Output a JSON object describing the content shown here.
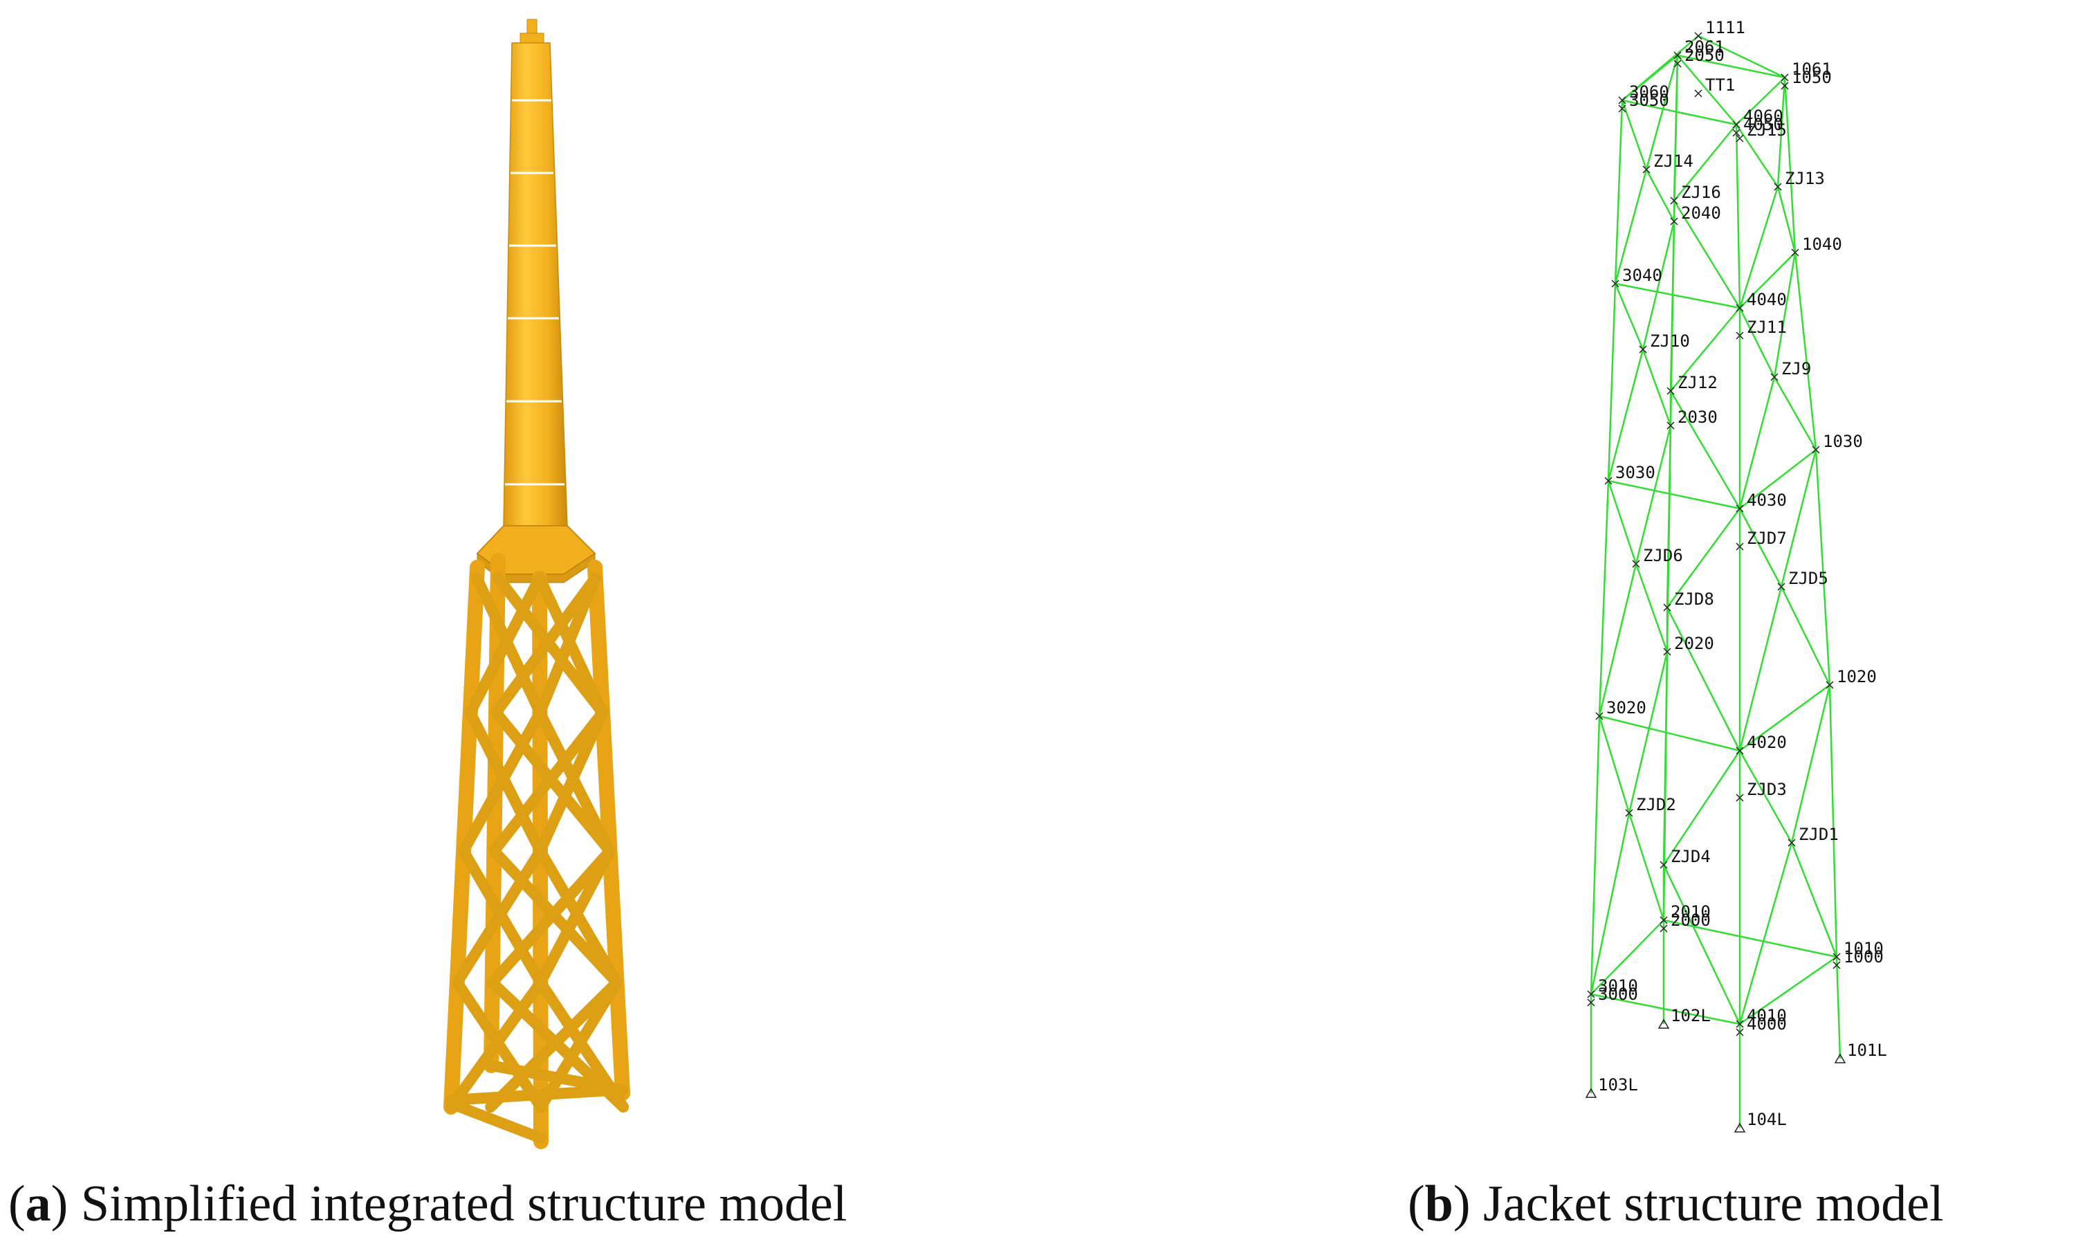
{
  "captions": {
    "a": {
      "open": "(",
      "letter": "a",
      "close": ")",
      "text": " Simplified integrated structure model"
    },
    "b": {
      "open": "(",
      "letter": "b",
      "close": ")",
      "text": " Jacket structure model"
    }
  },
  "colors": {
    "structure_fill": "#F2B01E",
    "structure_shade": "#C98A0C",
    "structure_highlight": "#FFD86A",
    "wireframe": "#33DD33",
    "node_marker": "#222222"
  },
  "jacket_nodes": [
    "1111",
    "2061",
    "2050",
    "1061",
    "1050",
    "TT1",
    "3060",
    "3050",
    "4060",
    "4050",
    "ZJ14",
    "ZJ15",
    "ZJ13",
    "ZJ16",
    "2040",
    "1040",
    "3040",
    "4040",
    "ZJ11",
    "ZJ10",
    "ZJ9",
    "ZJ12",
    "2030",
    "1030",
    "3030",
    "4030",
    "ZJD7",
    "ZJD6",
    "ZJD5",
    "ZJD8",
    "2020",
    "1020",
    "3020",
    "4020",
    "ZJD3",
    "ZJD2",
    "ZJD1",
    "ZJD4",
    "2010",
    "2000",
    "1010",
    "1000",
    "3010",
    "3000",
    "102L",
    "4010",
    "4000",
    "101L",
    "103L",
    "104L"
  ]
}
